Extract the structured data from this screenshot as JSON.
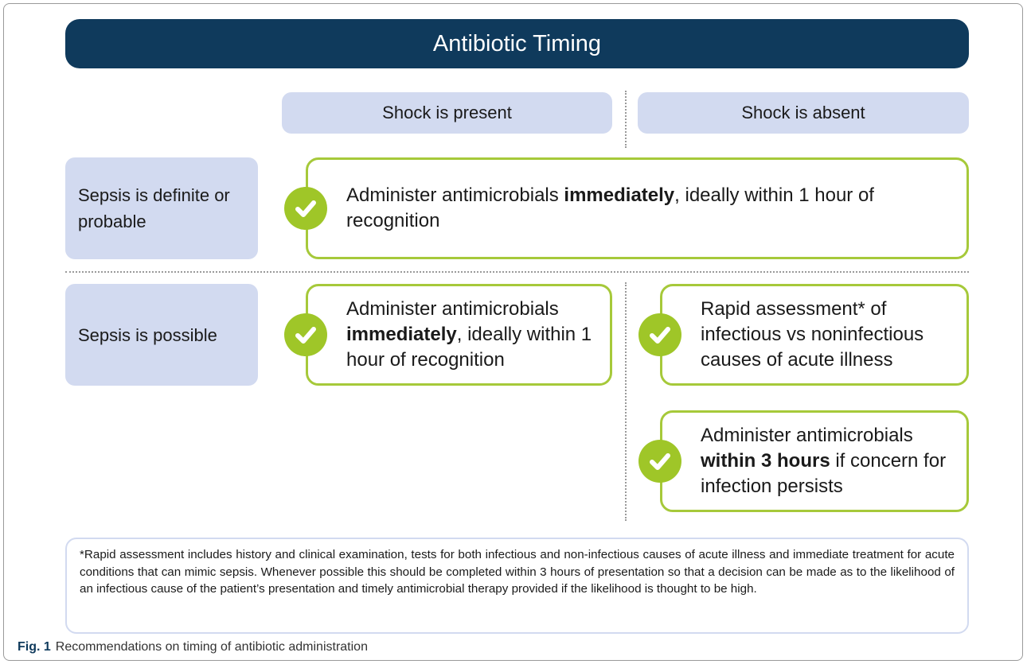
{
  "title": "Antibiotic Timing",
  "columns": {
    "shock_present": "Shock is present",
    "shock_absent": "Shock is absent"
  },
  "rows": {
    "definite": "Sepsis is definite or probable",
    "possible": "Sepsis is possible"
  },
  "cards": {
    "definite_all": {
      "pre": "Administer antimicrobials ",
      "bold": "immediately",
      "post": ", ideally within 1 hour of recognition"
    },
    "possible_shock": {
      "pre": "Administer antimicrobials ",
      "bold": "immediately",
      "post": ", ideally within 1 hour of recognition"
    },
    "possible_noshock_assess": {
      "text": "Rapid assessment* of infectious vs noninfectious causes of acute illness"
    },
    "possible_noshock_admin": {
      "pre": "Administer antimicrobials ",
      "bold": "within 3 hours",
      "post": " if concern for infection persists"
    }
  },
  "footnote": "*Rapid assessment includes history and clinical examination, tests for both infectious and non-infectious causes of acute illness and immediate treatment for acute conditions that can mimic sepsis. Whenever possible this should be completed within 3 hours of presentation so that a decision can be made as to the likelihood of an infectious cause of the patient’s presentation and timely antimicrobial therapy provided if the likelihood is thought to be high.",
  "caption": {
    "label": "Fig. 1",
    "text": "Recommendations on timing of antibiotic administration"
  },
  "colors": {
    "title_bg": "#0f3a5c",
    "pill_bg": "#d2daf0",
    "card_border": "#a6c93a",
    "check_bg": "#9fc628"
  },
  "icons": {
    "check": "check-icon"
  }
}
